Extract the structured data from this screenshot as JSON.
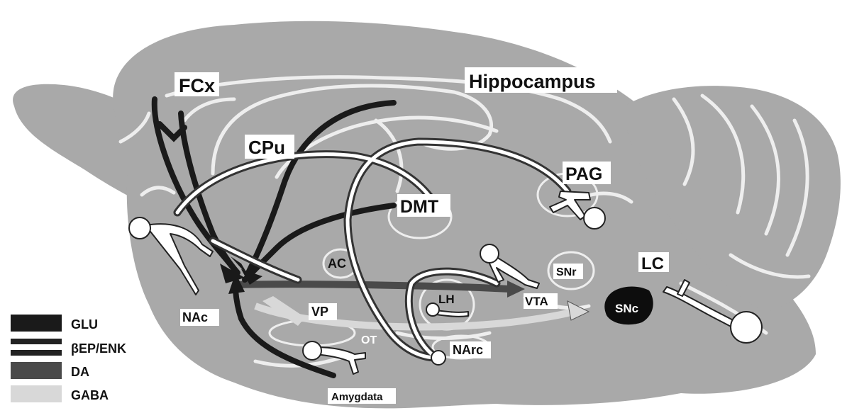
{
  "regions": {
    "fcx": "FCx",
    "hippocampus": "Hippocampus",
    "cpu": "CPu",
    "pag": "PAG",
    "dmt": "DMT",
    "ac": "AC",
    "snr": "SNr",
    "lc": "LC",
    "lh": "LH",
    "vta": "VTA",
    "snc": "SNc",
    "nac": "NAc",
    "vp": "VP",
    "ot": "OT",
    "narc": "NArc",
    "amygdala": "Amygdata"
  },
  "legend": [
    {
      "key": "glu",
      "label": "GLU"
    },
    {
      "key": "bep",
      "label": "βEP/ENK"
    },
    {
      "key": "da",
      "label": "DA"
    },
    {
      "key": "gaba",
      "label": "GABA"
    }
  ],
  "colors": {
    "tissue": "#a9a9a9",
    "tract": "#eeeeee",
    "glu": "#1a1a1a",
    "bep_core": "#ffffff",
    "bep_edge": "#333333",
    "da": "#4a4a4a",
    "gaba": "#d8d8d8",
    "snc_fill": "#0d0d0d"
  }
}
